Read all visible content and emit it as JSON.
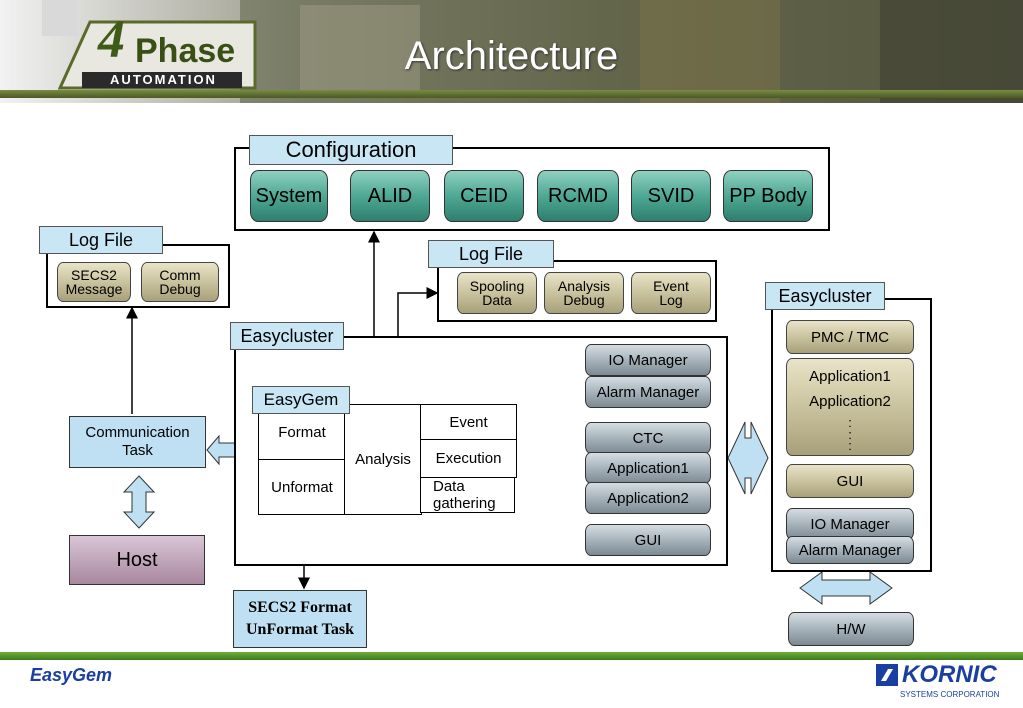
{
  "header": {
    "title": "Architecture",
    "logo_number": "4",
    "logo_word": "Phase",
    "logo_sub": "AUTOMATION"
  },
  "configuration": {
    "label": "Configuration",
    "items": [
      "System",
      "ALID",
      "CEID",
      "RCMD",
      "SVID",
      "PP Body"
    ]
  },
  "left_log": {
    "label": "Log File",
    "items": [
      "SECS2\nMessage",
      "Comm\nDebug"
    ]
  },
  "mid_log": {
    "label": "Log File",
    "items": [
      "Spooling\nData",
      "Analysis\nDebug",
      "Event\nLog"
    ]
  },
  "easycluster_main": {
    "label": "Easycluster",
    "easygem_label": "EasyGem",
    "format": "Format",
    "unformat": "Unformat",
    "analysis": "Analysis",
    "event": "Event",
    "execution": "Execution",
    "data_gathering": "Data\ngathering",
    "managers_top": [
      "IO Manager",
      "Alarm Manager"
    ],
    "managers_mid": [
      "CTC",
      "Application1",
      "Application2"
    ],
    "managers_bottom": [
      "GUI"
    ]
  },
  "communication_task": "Communication\nTask",
  "host": "Host",
  "secs2_task": "SECS2 Format\nUnFormat Task",
  "easycluster_right": {
    "label": "Easycluster",
    "pmc": "PMC / TMC",
    "apps": [
      "Application1",
      "Application2"
    ],
    "dots": ":\n:\n:",
    "gui": "GUI",
    "managers": [
      "IO Manager",
      "Alarm Manager"
    ]
  },
  "hw": "H/W",
  "footer": {
    "left": "EasyGem",
    "brand": "KORNIC",
    "brand_sub": "SYSTEMS CORPORATION"
  },
  "colors": {
    "accent_green": "#4e9a28",
    "footer_text_blue": "#1a3fa0",
    "tab_blue": "#c8e6f4"
  }
}
